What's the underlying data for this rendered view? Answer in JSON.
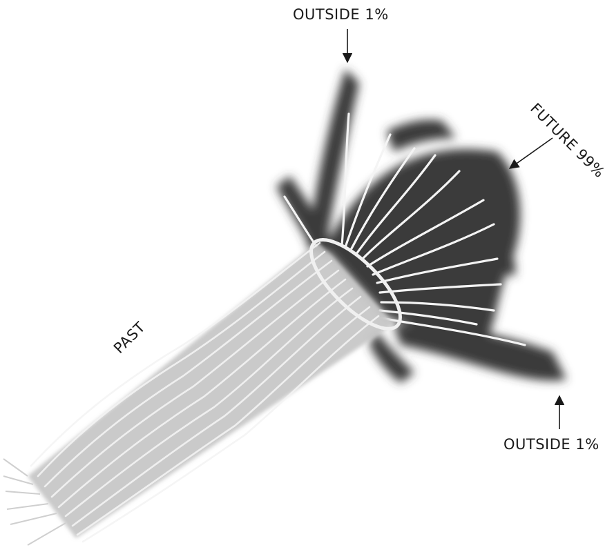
{
  "labels": {
    "outside_top": "OUTSIDE 1%",
    "outside_bottom": "OUTSIDE 1%",
    "past": "PAST",
    "future": "FUTURE 99%"
  },
  "colors": {
    "future_fill": "#3a3a3a",
    "past_fill": "#c4c4c4",
    "strand": "#f4f4f4",
    "ink": "#1a1a1a"
  }
}
